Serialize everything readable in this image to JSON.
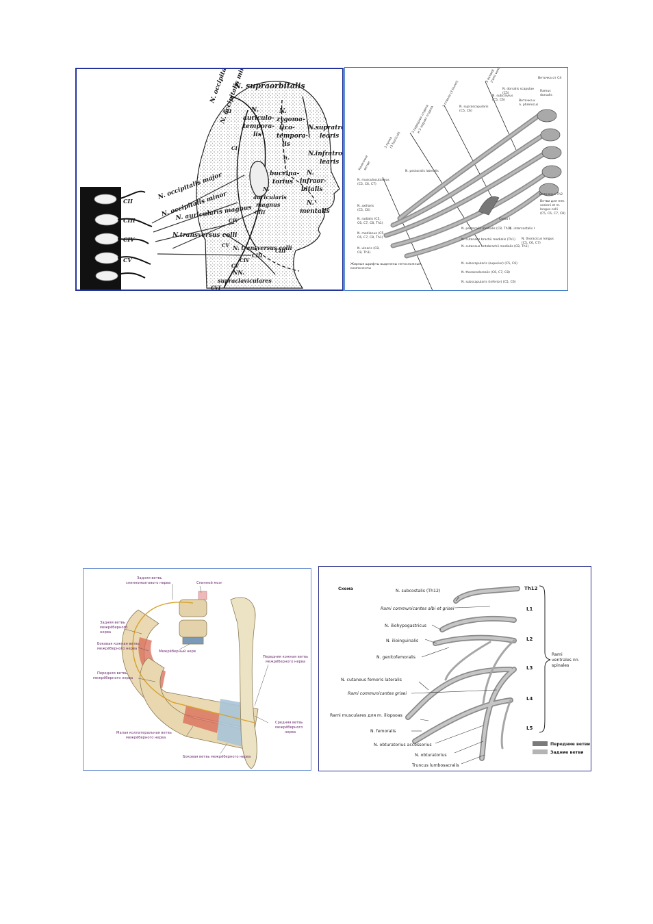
{
  "panel1": {
    "labels": {
      "supraorbitalis": "N. supraorbitalis",
      "occipitalis_major_diag": "N. occipitalis major",
      "occipitalis_minor_diag": "N. occipitalis minor",
      "auriculo1": "N.",
      "auriculo2": "auriculo-",
      "auriculo3": "tempora-",
      "auriculo4": "lis",
      "zygo1": "N.",
      "zygo2": "zygoma-",
      "zygo3": "tico-",
      "zygo4": "tempora-",
      "zygo5": "lis",
      "supratroch1": "N.supratroch-",
      "supratroch2": "learis",
      "infratroch1": "N.infratroch-",
      "infratroch2": "learis",
      "buccin1": "n.",
      "buccin2": "buccina-",
      "buccin3": "torius",
      "infraorb1": "N.",
      "infraorb2": "infraor-",
      "infraorb3": "bitalis",
      "mentalis1": "N.",
      "mentalis2": "mentalis",
      "auricularis1": "N.",
      "auricularis2": "auricularis",
      "auricularis3": "magnus",
      "occ_major": "N. occipitalis major",
      "occ_minor": "N. occipitalis minor",
      "auric_magnus": "N. auricularis magnus",
      "transversus": "N.transversus colli",
      "transversus2": "N. transversus colli",
      "supraclav1": "NN.",
      "supraclav2": "supraclaviculares",
      "c2": "CII",
      "c3": "CIII",
      "c4": "CIV",
      "c5": "CV",
      "cI": "CI",
      "cII": "CII",
      "cIII": "CIII",
      "cIV": "CIV",
      "cV": "CV",
      "cIV2": "CIV",
      "cV2": "CV",
      "cVI": "CVI",
      "cIII2": "CIII",
      "cIII3": "CIII"
    }
  },
  "panel2": {
    "labels": {
      "musculocut": "N. musculocutaneus",
      "musculocut_seg": "(C5, C6, C7)",
      "axillaris": "N. axillaris",
      "axillaris_seg": "(C5, C6)",
      "radialis": "N. radialis (C5,",
      "radialis_seg": "C6, C7, C8, Th1)",
      "medianus": "N. medianus (C5,",
      "medianus_seg": "C6, C7, C8, Th1)",
      "ulnaris": "N. ulnaris (C8,",
      "ulnaris_seg": "C8, Th1)",
      "pect_lat": "N. pectoralis lateralis",
      "pect_med": "N. pectoralis medialis (C8, Th1)",
      "cut_brachii": "N. cutaneus brachii medialis (Th1)",
      "cut_antebr": "N. cutaneus antebrachii medialis (C8, Th1)",
      "subscap_sup": "N. subscapularis (superior) (C5, C6)",
      "thoracodors": "N. thoracodorsalis (C6, C7, C8)",
      "subscap_inf": "N. subscapularis (inferior) (C5, C6)",
      "suprascap": "N. suprascapularis",
      "suprascap_seg": "(C5, C6)",
      "subclavius": "N. subclavius",
      "subclavius_seg": "(C5, C6)",
      "dors_scap": "N. dorsalis scapulae",
      "dors_scap_seg": "(C5)",
      "ramus_dors": "Ramus",
      "ramus_dors2": "dorsalis",
      "vetochka_c4": "Веточка от C4",
      "vetochka_phr": "Веточка к",
      "vetochka_phr2": "n. phrenicus",
      "vetochka_th2": "Веточка к Th2",
      "intercostalis": "N. intercostalis I",
      "thoracicus": "N. thoracicus longus",
      "thoracicus_seg": "(C5, C6, C7)",
      "costa": "Costa I",
      "legend1": "Жирные шрифты выделены нетосложные",
      "legend2": "компоненты",
      "branches_note": "Ветви для mm.",
      "branches_note2": "scaleni et m.",
      "branches_note3": "longus colli",
      "branches_note4": "(C5, C6, C7, C8)",
      "col1": "Конечные",
      "col1b": "ветви",
      "col2": "3 пучка",
      "col2b": "(3 fasciculi)",
      "col3": "3 передних отдела",
      "col3b": "и 3 задних отдела",
      "col4": "3 ствола (3 trunci)",
      "col5": "5 ветвей",
      "col5b": "(rami ventrales)"
    }
  },
  "panel3": {
    "labels": {
      "zadnyaya_spinno": "Задняя ветвь",
      "zadnyaya_spinno2": "спинномозгового нерва",
      "spinnoy_mozg": "Спинной мозг",
      "zadnyaya_mezh": "Задняя ветвь",
      "zadnyaya_mezh2": "межрёберного",
      "zadnyaya_mezh3": "нерва",
      "bokovaya_kozh": "Боковая кожная ветвь",
      "bokovaya_kozh2": "межрёберного нерва",
      "mezhrebernyi": "Межрёберный нерв",
      "perednyaya_vetv": "Передняя ветвь",
      "perednyaya_vetv2": "межрёберного нерва",
      "perednyaya_kozh": "Передняя кожная ветвь",
      "perednyaya_kozh2": "межрёберного нерва",
      "malaya_koll": "Малая коллатеральная ветвь",
      "malaya_koll2": "межрёберного нерва",
      "srednyaya": "Средняя ветвь",
      "srednyaya2": "межрёберного",
      "srednyaya3": "нерва",
      "bokovaya_vetv": "Боковая ветвь межрёберного нерва"
    }
  },
  "panel4": {
    "labels": {
      "schema": "Схема",
      "subcostalis": "N. subcostalis (Th12)",
      "rami_comm": "Rami communicantes albi et grisei",
      "iliohypo": "N. iliohypogastricus",
      "ilioing": "N. ilioinguinalis",
      "genito": "N. genitofemoralis",
      "cut_fem": "N. cutaneus femoris lateralis",
      "rami_comm_gr": "Rami communicantes grisei",
      "rami_musc": "Rami musculares для m. iliopsoas",
      "femoralis": "N. femoralis",
      "obtur_acc": "N. obturatorius accessorius",
      "obtur": "N. obturatorius",
      "truncus": "Truncus lumbosacralis",
      "th12": "Th12",
      "l1": "L1",
      "l2": "L2",
      "l3": "L3",
      "l4": "L4",
      "l5": "L5",
      "rami_ventr1": "Rami",
      "rami_ventr2": "ventrales nn.",
      "rami_ventr3": "spinales",
      "legend_front": "Передние ветви",
      "legend_back": "Задние ветви"
    },
    "colors": {
      "front": "#7a7a7a",
      "back": "#b4b4b4"
    }
  }
}
